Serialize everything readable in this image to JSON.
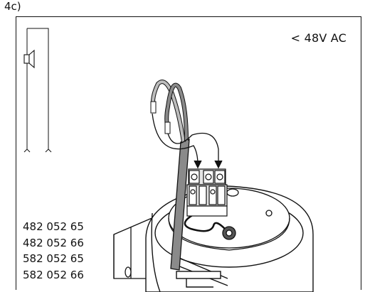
{
  "figure_label": "4c)",
  "voltage_label": "< 48V AC",
  "part_numbers": [
    "482 052 65",
    "482 052 66",
    "582 052 65",
    "582 052 66"
  ],
  "icons": [
    "speaker-symbol-icon",
    "connector-arrow-icon"
  ],
  "colors": {
    "line": "#111111",
    "cable_light": "#bdbdbd",
    "cable_dark": "#8a8a8a",
    "terminal_fill": "#e6e6e6"
  }
}
